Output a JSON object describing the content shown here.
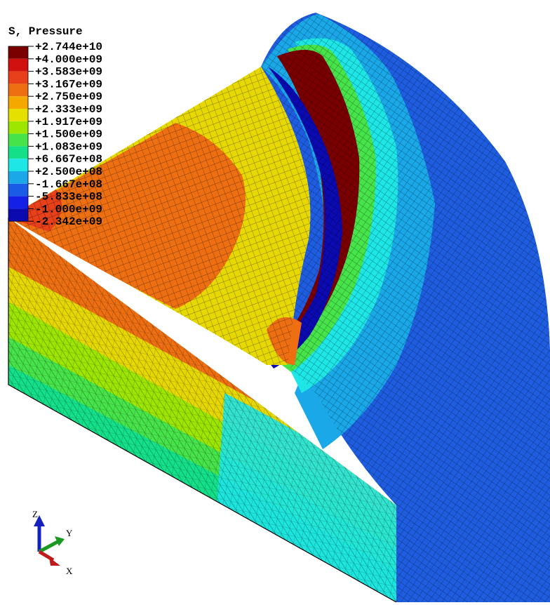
{
  "legend": {
    "title": "S, Pressure",
    "entries": [
      {
        "label": "+2.744e+10",
        "color": "#7a0000"
      },
      {
        "label": "+4.000e+09",
        "color": "#d11010"
      },
      {
        "label": "+3.583e+09",
        "color": "#e8401a"
      },
      {
        "label": "+3.167e+09",
        "color": "#ee6f12"
      },
      {
        "label": "+2.750e+09",
        "color": "#f5a800"
      },
      {
        "label": "+2.333e+09",
        "color": "#e6e000"
      },
      {
        "label": "+1.917e+09",
        "color": "#9ce600"
      },
      {
        "label": "+1.500e+09",
        "color": "#47e34a"
      },
      {
        "label": "+1.083e+09",
        "color": "#14e08a"
      },
      {
        "label": "+6.667e+08",
        "color": "#1ee6e6"
      },
      {
        "label": "+2.500e+08",
        "color": "#1aa8e8"
      },
      {
        "label": "-1.667e+08",
        "color": "#1a5ce6"
      },
      {
        "label": "-5.833e+08",
        "color": "#1420e6"
      },
      {
        "label": "-1.000e+09",
        "color": "#0a0ab0"
      },
      {
        "label": "-2.342e+09",
        "color": ""
      }
    ]
  },
  "triad": {
    "z": "Z",
    "y": "Y",
    "x": "X"
  }
}
